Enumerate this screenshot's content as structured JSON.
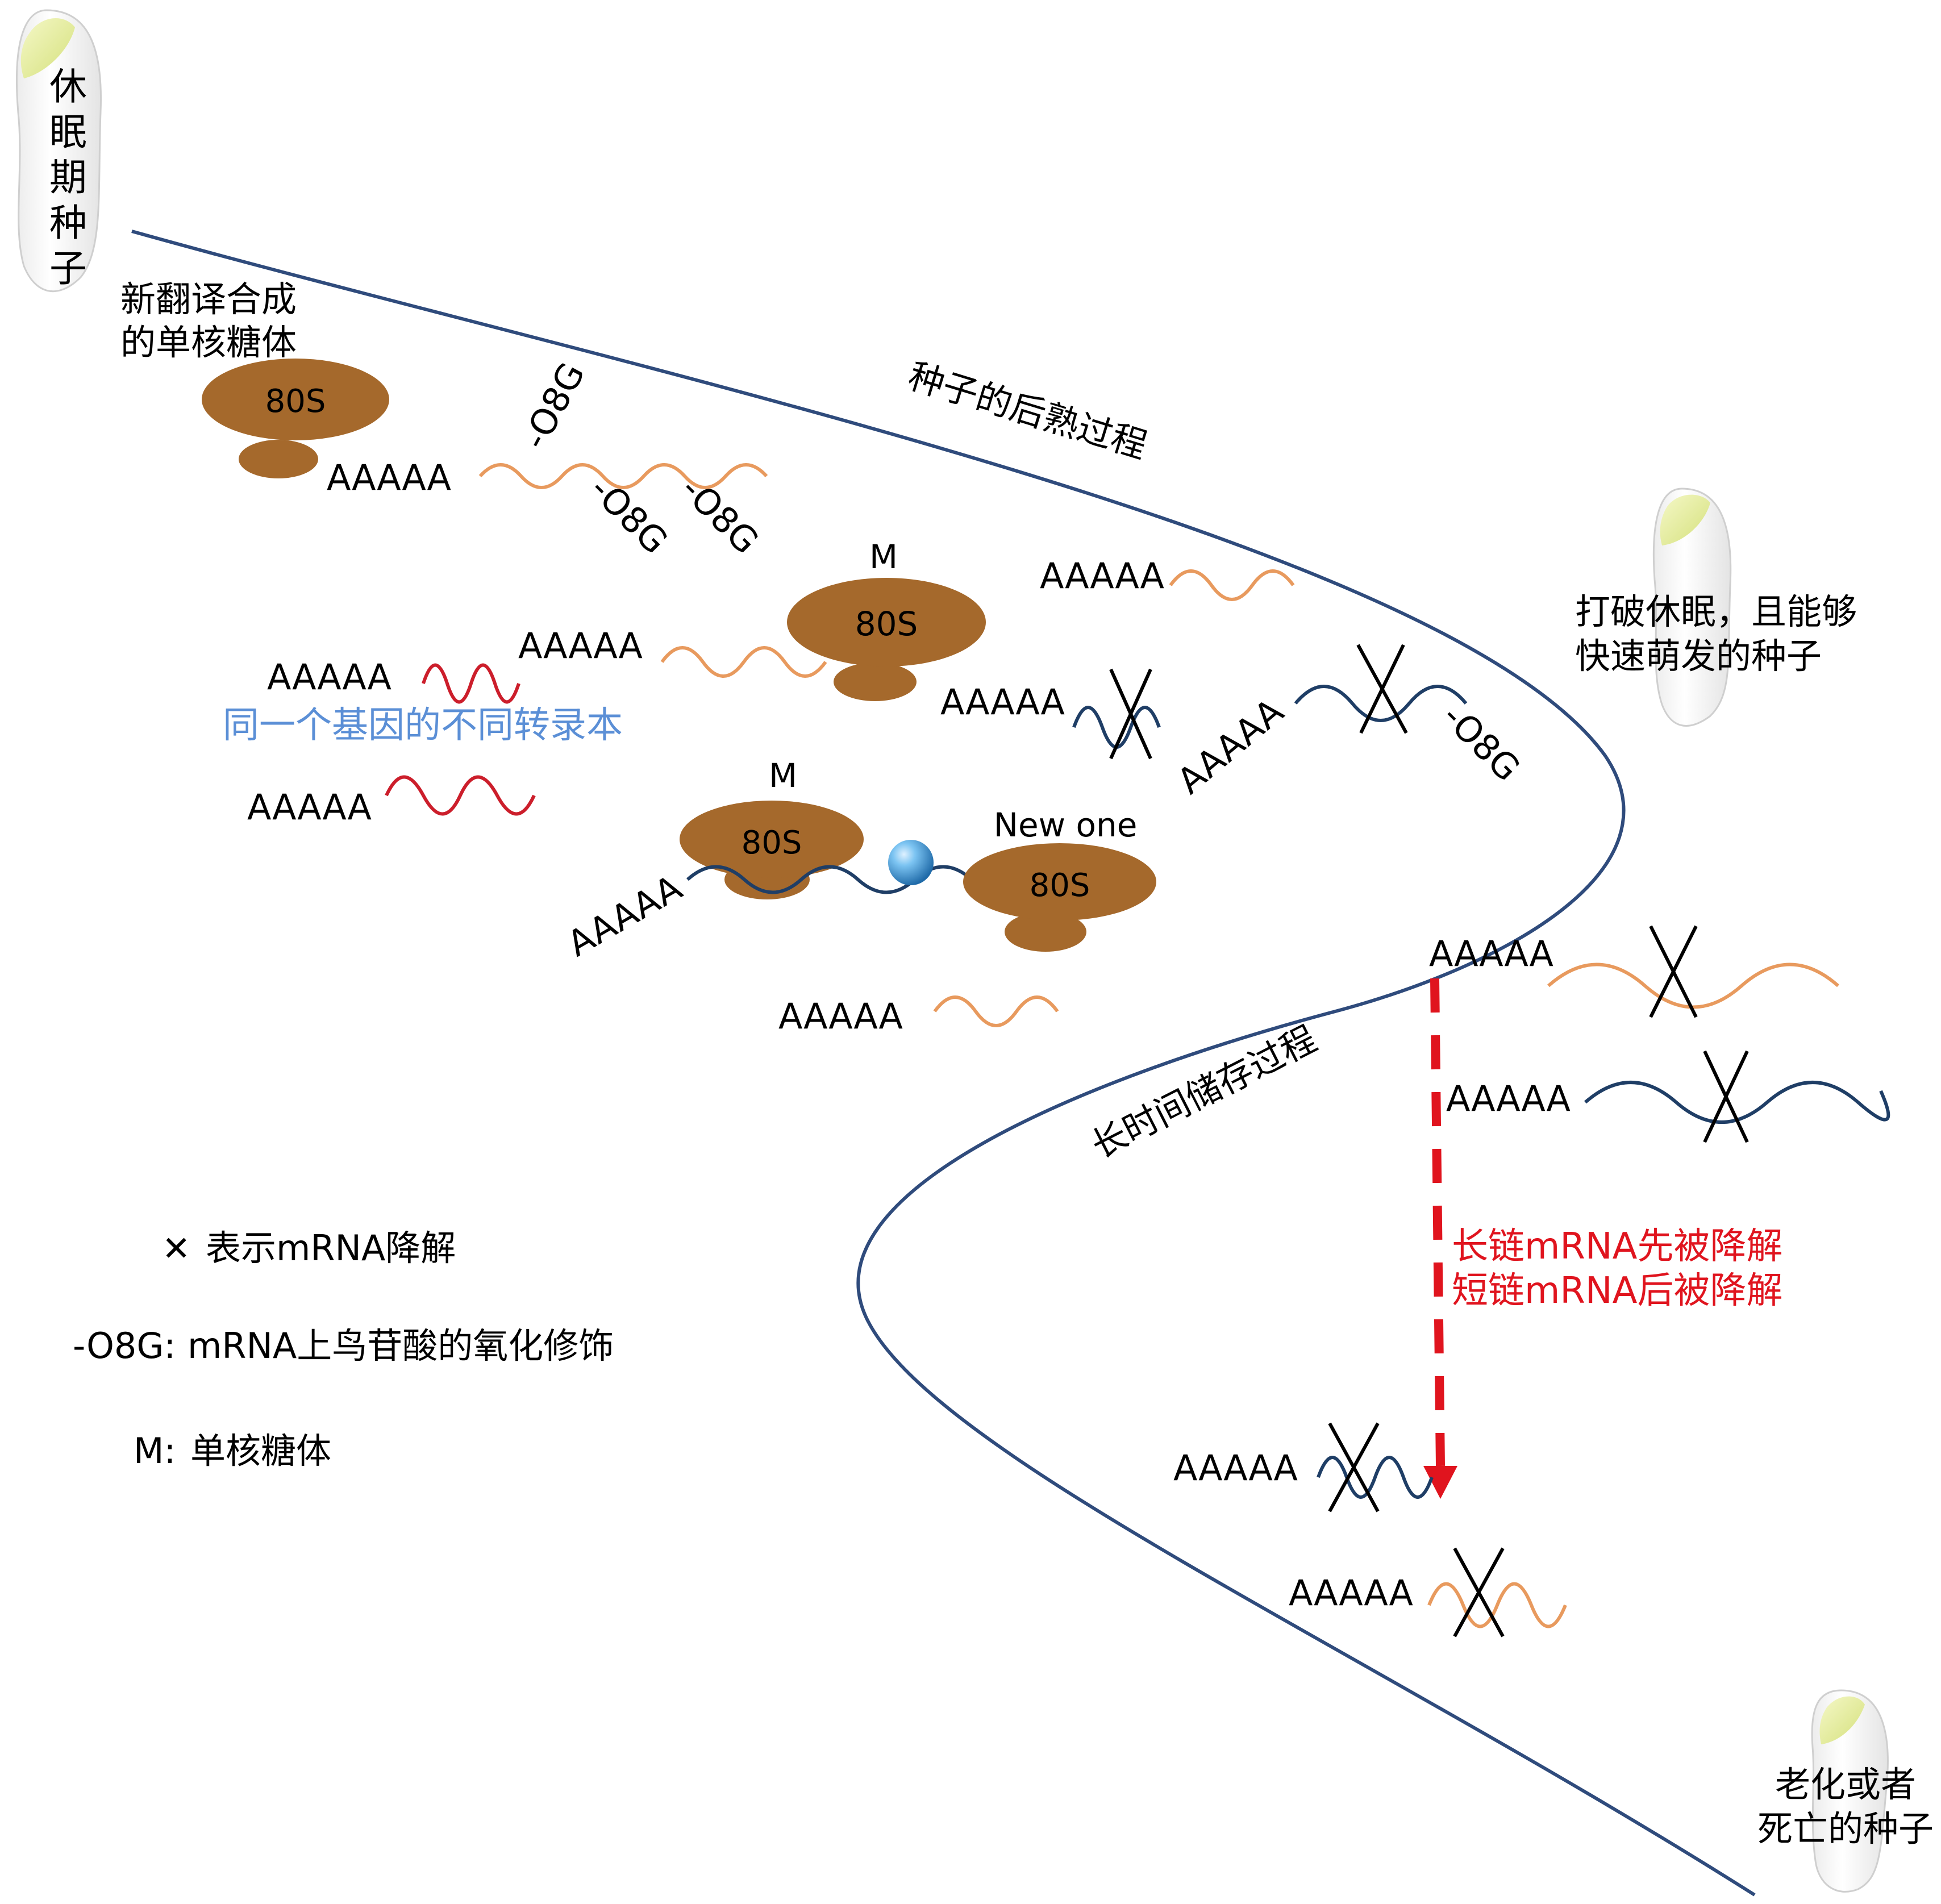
{
  "seed_stages": {
    "dormant": "休眠期种子",
    "germinating": [
      "打破休眠，且能够",
      "快速萌发的种子"
    ],
    "aged": [
      "老化或者",
      "死亡的种子"
    ]
  },
  "process_labels": {
    "after_ripening": "种子的后熟过程",
    "long_storage": "长时间储存过程"
  },
  "ribosome": {
    "name": "80S",
    "newly_translated_caption": [
      "新翻译合成",
      "的单核糖体"
    ],
    "monosome_marker": "M",
    "new_one_caption": "New one"
  },
  "mrna": {
    "poly_a": "AAAAA",
    "oxidation_mark": "-O8G"
  },
  "transcript_note": "同一个基因的不同转录本",
  "degradation_order": [
    "长链mRNA先被降解",
    "短链mRNA后被降解"
  ],
  "legend": {
    "degradation_symbol": "✕",
    "degradation_text": "表示mRNA降解",
    "o8g_key": "-O8G:",
    "o8g_text": "mRNA上鸟苷酸的氧化修饰",
    "m_key": "M:",
    "m_text": "单核糖体"
  },
  "colors": {
    "curve": "#2f4b7c",
    "orange_mrna": "#e89a5e",
    "red_mrna": "#cc1e2b",
    "navy_mrna": "#1f3e66",
    "ribosome": "#a5692c",
    "blue_note": "#5b8fd6",
    "red_text": "#e0141e",
    "cross": "#000000"
  }
}
